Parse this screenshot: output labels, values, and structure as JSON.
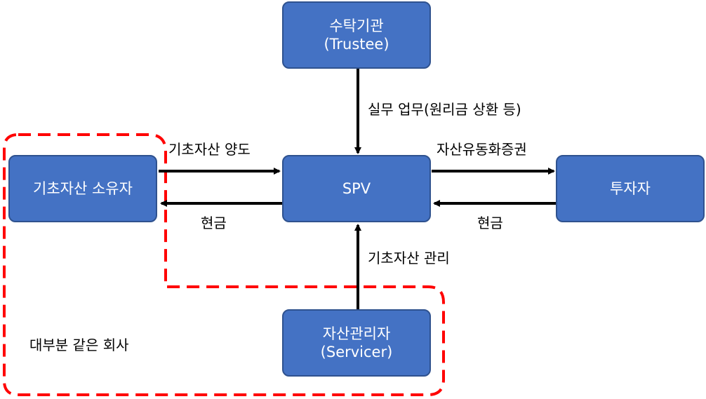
{
  "nodes": {
    "trustee": {
      "title": "수탁기관",
      "subtitle": "(Trustee)"
    },
    "owner": {
      "title": "기초자산 소유자"
    },
    "spv": {
      "title": "SPV"
    },
    "investor": {
      "title": "투자자"
    },
    "servicer": {
      "title": "자산관리자",
      "subtitle": "(Servicer)"
    }
  },
  "edges": {
    "trustee_to_spv": "실무 업무(원리금 상환 등)",
    "owner_to_spv": "기초자산 양도",
    "spv_to_owner": "현금",
    "spv_to_investor": "자산유동화증권",
    "investor_to_spv": "현금",
    "servicer_to_spv": "기초자산 관리"
  },
  "group": {
    "label": "대부분 같은 회사",
    "border_color": "#ff0000"
  },
  "colors": {
    "box_fill": "#4472c4",
    "box_border": "#2f528f",
    "arrow": "#000000"
  }
}
